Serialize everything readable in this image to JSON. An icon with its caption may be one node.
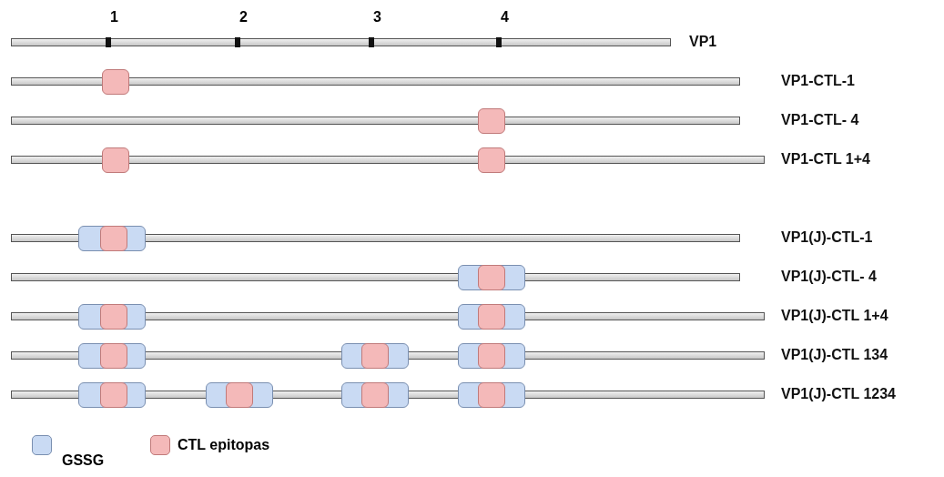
{
  "diagram": {
    "nodes": [
      {
        "text": [],
        "shape": "bar",
        "beside": [
          "VP1"
        ]
      },
      {
        "text": [],
        "shape": "bar",
        "beside": [
          "VP1-CTL-1"
        ]
      },
      {
        "text": [],
        "shape": "box"
      },
      {
        "text": [],
        "shape": "bar",
        "beside": [
          "VP1-CTL- 4"
        ]
      },
      {
        "text": [],
        "shape": "box"
      },
      {
        "text": [],
        "shape": "bar",
        "beside": [
          "VP1-CTL 1+4"
        ]
      },
      {
        "text": [],
        "shape": "box"
      },
      {
        "text": [],
        "shape": "box"
      },
      {
        "text": [],
        "shape": "bar",
        "beside": [
          "VP1(J)-CTL-1"
        ]
      },
      {
        "text": [],
        "shape": "box"
      },
      {
        "text": [],
        "shape": "box",
        "in": 9
      },
      {
        "text": [],
        "shape": "bar",
        "beside": [
          "VP1(J)-CTL- 4"
        ]
      },
      {
        "text": [],
        "shape": "box"
      },
      {
        "text": [],
        "shape": "box",
        "in": 12
      },
      {
        "text": [],
        "shape": "bar",
        "beside": [
          "VP1(J)-CTL 1+4"
        ]
      },
      {
        "text": [],
        "shape": "box"
      },
      {
        "text": [],
        "shape": "box",
        "in": 15
      },
      {
        "text": [],
        "shape": "box"
      },
      {
        "text": [],
        "shape": "box",
        "in": 17
      },
      {
        "text": [],
        "shape": "bar",
        "beside": [
          "VP1(J)-CTL 134"
        ]
      },
      {
        "text": [],
        "shape": "box"
      },
      {
        "text": [],
        "shape": "box",
        "in": 20
      },
      {
        "text": [],
        "shape": "box"
      },
      {
        "text": [],
        "shape": "box",
        "in": 22
      },
      {
        "text": [],
        "shape": "box"
      },
      {
        "text": [],
        "shape": "box",
        "in": 24
      },
      {
        "text": [],
        "shape": "bar",
        "beside": [
          "VP1(J)-CTL 1234"
        ]
      },
      {
        "text": [],
        "shape": "box"
      },
      {
        "text": [],
        "shape": "box",
        "in": 27
      },
      {
        "text": [],
        "shape": "box"
      },
      {
        "text": [],
        "shape": "box",
        "in": 29
      },
      {
        "text": [],
        "shape": "box"
      },
      {
        "text": [],
        "shape": "box",
        "in": 31
      },
      {
        "text": [],
        "shape": "box"
      },
      {
        "text": [],
        "shape": "box",
        "in": 33
      }
    ],
    "labels": [
      "1",
      "2",
      "3",
      "4"
    ],
    "legend": [
      {
        "text": "GSSG",
        "color": "#c9daf3"
      },
      {
        "text": "CTL epitopas",
        "color": "#f4b9b9"
      }
    ]
  }
}
